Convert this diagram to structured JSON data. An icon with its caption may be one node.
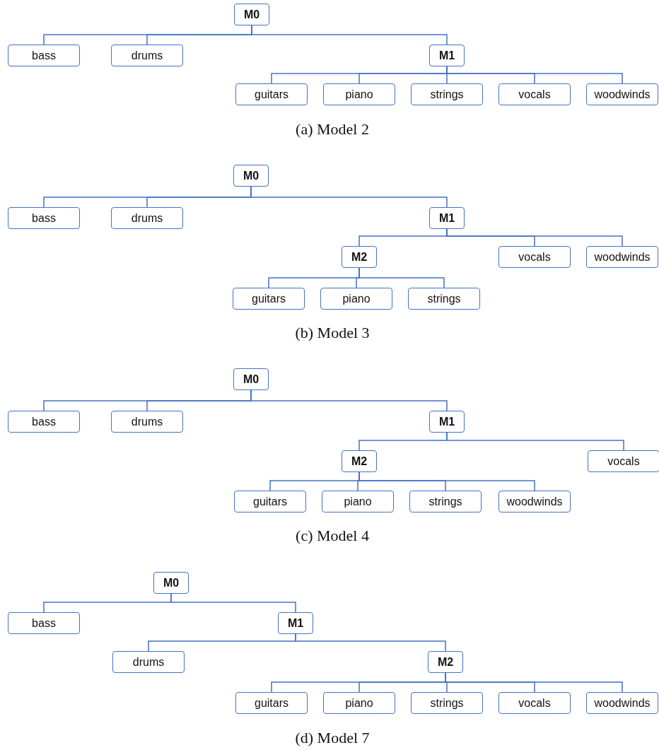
{
  "diagram": {
    "nodes": [
      {
        "text": [
          "M0"
        ]
      },
      {
        "text": [
          "bass"
        ]
      },
      {
        "text": [
          "drums"
        ]
      },
      {
        "text": [
          "M1"
        ]
      },
      {
        "text": [
          "guitars"
        ]
      },
      {
        "text": [
          "piano"
        ]
      },
      {
        "text": [
          "strings"
        ]
      },
      {
        "text": [
          "vocals"
        ]
      },
      {
        "text": [
          "woodwinds"
        ]
      },
      {
        "text": [
          "M0"
        ]
      },
      {
        "text": [
          "bass"
        ]
      },
      {
        "text": [
          "drums"
        ]
      },
      {
        "text": [
          "M1"
        ]
      },
      {
        "text": [
          "M2"
        ]
      },
      {
        "text": [
          "vocals"
        ]
      },
      {
        "text": [
          "woodwinds"
        ]
      },
      {
        "text": [
          "guitars"
        ]
      },
      {
        "text": [
          "piano"
        ]
      },
      {
        "text": [
          "strings"
        ]
      },
      {
        "text": [
          "M0"
        ]
      },
      {
        "text": [
          "bass"
        ]
      },
      {
        "text": [
          "drums"
        ]
      },
      {
        "text": [
          "M1"
        ]
      },
      {
        "text": [
          "M2"
        ]
      },
      {
        "text": [
          "vocals"
        ]
      },
      {
        "text": [
          "guitars"
        ]
      },
      {
        "text": [
          "piano"
        ]
      },
      {
        "text": [
          "strings"
        ]
      },
      {
        "text": [
          "woodwinds"
        ]
      },
      {
        "text": [
          "M0"
        ]
      },
      {
        "text": [
          "bass"
        ]
      },
      {
        "text": [
          "M1"
        ]
      },
      {
        "text": [
          "drums"
        ]
      },
      {
        "text": [
          "M2"
        ]
      },
      {
        "text": [
          "guitars"
        ]
      },
      {
        "text": [
          "piano"
        ]
      },
      {
        "text": [
          "strings"
        ]
      },
      {
        "text": [
          "vocals"
        ]
      },
      {
        "text": [
          "woodwinds"
        ]
      }
    ],
    "edges": [
      {
        "from": 0,
        "to": 1,
        "arrow": "none"
      },
      {
        "from": 0,
        "to": 2,
        "arrow": "none"
      },
      {
        "from": 0,
        "to": 3,
        "arrow": "none"
      },
      {
        "from": 3,
        "to": 4,
        "arrow": "none"
      },
      {
        "from": 3,
        "to": 5,
        "arrow": "none"
      },
      {
        "from": 3,
        "to": 6,
        "arrow": "none"
      },
      {
        "from": 3,
        "to": 7,
        "arrow": "none"
      },
      {
        "from": 3,
        "to": 8,
        "arrow": "none"
      },
      {
        "from": 9,
        "to": 10,
        "arrow": "none"
      },
      {
        "from": 9,
        "to": 11,
        "arrow": "none"
      },
      {
        "from": 9,
        "to": 12,
        "arrow": "none"
      },
      {
        "from": 12,
        "to": 13,
        "arrow": "none"
      },
      {
        "from": 12,
        "to": 14,
        "arrow": "none"
      },
      {
        "from": 12,
        "to": 15,
        "arrow": "none"
      },
      {
        "from": 13,
        "to": 16,
        "arrow": "none"
      },
      {
        "from": 13,
        "to": 17,
        "arrow": "none"
      },
      {
        "from": 13,
        "to": 18,
        "arrow": "none"
      },
      {
        "from": 19,
        "to": 20,
        "arrow": "none"
      },
      {
        "from": 19,
        "to": 21,
        "arrow": "none"
      },
      {
        "from": 19,
        "to": 22,
        "arrow": "none"
      },
      {
        "from": 22,
        "to": 23,
        "arrow": "none"
      },
      {
        "from": 22,
        "to": 24,
        "arrow": "none"
      },
      {
        "from": 23,
        "to": 25,
        "arrow": "none"
      },
      {
        "from": 23,
        "to": 26,
        "arrow": "none"
      },
      {
        "from": 23,
        "to": 27,
        "arrow": "none"
      },
      {
        "from": 23,
        "to": 28,
        "arrow": "none"
      },
      {
        "from": 29,
        "to": 30,
        "arrow": "none"
      },
      {
        "from": 29,
        "to": 31,
        "arrow": "none"
      },
      {
        "from": 31,
        "to": 32,
        "arrow": "none"
      },
      {
        "from": 31,
        "to": 33,
        "arrow": "none"
      },
      {
        "from": 33,
        "to": 34,
        "arrow": "none"
      },
      {
        "from": 33,
        "to": 35,
        "arrow": "none"
      },
      {
        "from": 33,
        "to": 36,
        "arrow": "none"
      },
      {
        "from": 33,
        "to": 37,
        "arrow": "none"
      },
      {
        "from": 33,
        "to": 38,
        "arrow": "none"
      }
    ],
    "labels": [
      "(a) Model 2",
      "(b) Model 3",
      "(c) Model 4",
      "(d) Model 7"
    ]
  }
}
